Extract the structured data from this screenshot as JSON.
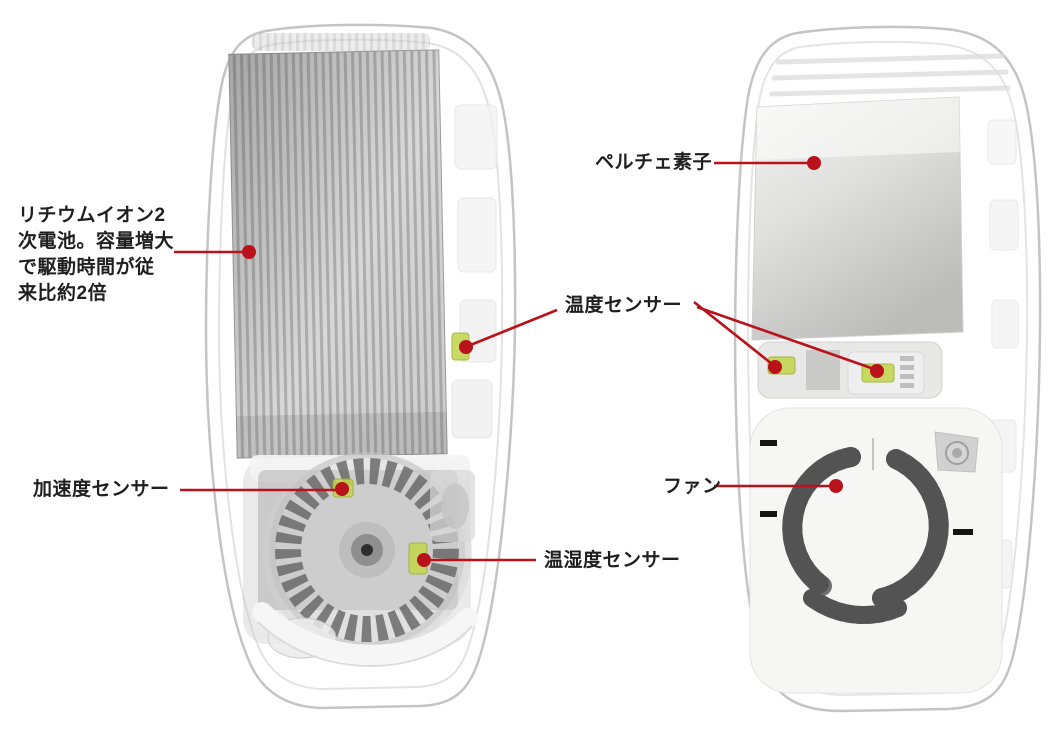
{
  "figure": {
    "description_labels_language": "ja",
    "views": {
      "front_view_name": "internal-front-view",
      "back_view_name": "internal-back-view"
    }
  },
  "labels": {
    "battery": {
      "lines": [
        "リチウムイオン2",
        "次電池。容量増大",
        "で駆動時間が従",
        "来比約2倍"
      ]
    },
    "acceleration_sensor": "加速度センサー",
    "temp_humidity_sensor": "温湿度センサー",
    "temperature_sensor": "温度センサー",
    "peltier_element": "ペルチェ素子",
    "fan": "ファン"
  },
  "colors": {
    "callout_red": "#b9121b",
    "sensor_highlight_green": "#c3d64f",
    "label_text": "#1f1f1f",
    "background": "#ffffff"
  }
}
